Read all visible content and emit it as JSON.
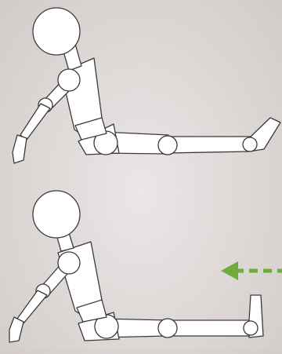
{
  "illustration": {
    "panels": [
      {
        "pose": "seated-leaning-back"
      },
      {
        "pose": "seated-upright-feet-flexed"
      }
    ],
    "arrow": {
      "direction": "left",
      "style": "dashed",
      "color": "#6faa3a"
    },
    "colors": {
      "figure_fill": "#ffffff",
      "figure_outline": "#3a3a3a",
      "background": "#e2dddc"
    }
  }
}
